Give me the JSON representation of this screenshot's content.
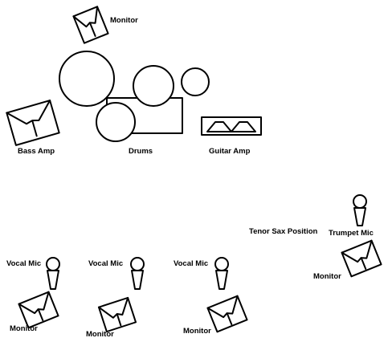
{
  "colors": {
    "stroke": "#000000",
    "background": "#ffffff"
  },
  "labels": {
    "monitor_top": "Monitor",
    "bass_amp": "Bass Amp",
    "drums": "Drums",
    "guitar_amp": "Guitar Amp",
    "tenor_sax": "Tenor Sax Position",
    "trumpet_mic": "Trumpet Mic",
    "monitor_right": "Monitor",
    "vocal_mic_1": "Vocal Mic",
    "vocal_mic_2": "Vocal Mic",
    "vocal_mic_3": "Vocal Mic",
    "monitor_1": "Monitor",
    "monitor_2": "Monitor",
    "monitor_3": "Monitor"
  },
  "icons": [
    "monitor-wedge-icon",
    "bass-amp-icon",
    "drum-kit-icon",
    "guitar-amp-icon",
    "microphone-icon"
  ]
}
